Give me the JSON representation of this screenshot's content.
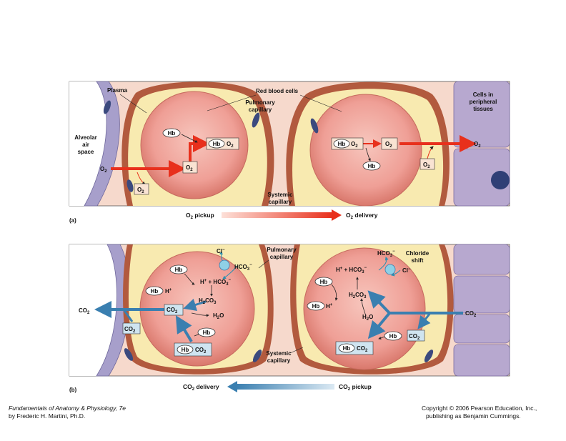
{
  "colors": {
    "plasma_bg": "#f6d9cc",
    "capillary_wall": "#b25a3e",
    "capillary_fill": "#f8eab0",
    "rbc": "#f0a9a0",
    "tissue_cells": "#b7a8cf",
    "alveolus_wall": "#8d86b4",
    "nucleus": "#3b4a7e",
    "o2_arrow": "#e8301c",
    "co2_arrow": "#3a7fb0",
    "label_box_o2": "#f9e3d3",
    "label_box_co2": "#cfe4f0"
  },
  "panel_a": {
    "tag": "(a)",
    "labels": {
      "plasma": "Plasma",
      "rbc": "Red blood cells",
      "pulmonary_capillary": [
        "Pulmonary",
        "capillary"
      ],
      "alveolar_space": [
        "Alveolar",
        "air",
        "space"
      ],
      "systemic_capillary": [
        "Systemic",
        "capillary"
      ],
      "peripheral_cells": [
        "Cells in",
        "peripheral",
        "tissues"
      ]
    },
    "chem": {
      "o2_main": "O",
      "o2_sub": "2",
      "hb": "Hb"
    },
    "bottom_arrow": {
      "left_label": "O",
      "left_sub": "2",
      "left_tail": " pickup",
      "right_label": "O",
      "right_sub": "2",
      "right_tail": " delivery"
    }
  },
  "panel_b": {
    "tag": "(b)",
    "labels": {
      "pulmonary_capillary": [
        "Pulmonary",
        "capillary"
      ],
      "systemic_capillary": [
        "Systemic",
        "capillary"
      ],
      "chloride_shift": [
        "Chloride",
        "shift"
      ]
    },
    "chem": {
      "co2": "CO",
      "sub2": "2",
      "h2co3": "H",
      "hco3": "HCO",
      "h2o": "H",
      "cl": "Cl",
      "hplus": "H",
      "hb": "Hb"
    },
    "bottom_arrow": {
      "left_label": "CO",
      "left_sub": "2",
      "left_tail": " delivery",
      "right_label": "CO",
      "right_sub": "2",
      "right_tail": " pickup"
    }
  },
  "footer": {
    "book_title": "Fundamentals of Anatomy & Physiology",
    "edition": ", 7e",
    "author": "by Frederic H. Martini, Ph.D.",
    "copyright": "Copyright © 2006 Pearson Education, Inc.,",
    "publisher": "publishing as Benjamin Cummings."
  }
}
